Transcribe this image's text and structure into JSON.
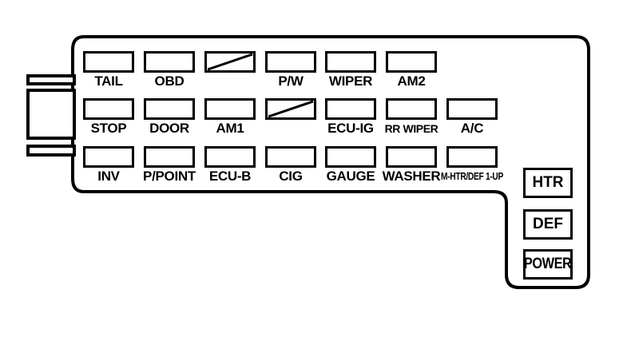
{
  "colors": {
    "line": "#000000",
    "background": "#ffffff"
  },
  "panel": {
    "name": "fuse-box-diagram",
    "fuse_rows": [
      {
        "cells": [
          {
            "col": 1,
            "label": "TAIL",
            "slashed": false
          },
          {
            "col": 2,
            "label": "OBD",
            "slashed": false
          },
          {
            "col": 3,
            "label": "",
            "slashed": true
          },
          {
            "col": 4,
            "label": "P/W",
            "slashed": false
          },
          {
            "col": 5,
            "label": "WIPER",
            "slashed": false
          },
          {
            "col": 6,
            "label": "AM2",
            "slashed": false
          }
        ]
      },
      {
        "cells": [
          {
            "col": 1,
            "label": "STOP",
            "slashed": false
          },
          {
            "col": 2,
            "label": "DOOR",
            "slashed": false
          },
          {
            "col": 3,
            "label": "AM1",
            "slashed": false
          },
          {
            "col": 4,
            "label": "",
            "slashed": true
          },
          {
            "col": 5,
            "label": "ECU-IG",
            "slashed": false
          },
          {
            "col": 6,
            "label": "RR WIPER",
            "slashed": false
          },
          {
            "col": 7,
            "label": "A/C",
            "slashed": false
          }
        ]
      },
      {
        "cells": [
          {
            "col": 1,
            "label": "INV",
            "slashed": false
          },
          {
            "col": 2,
            "label": "P/POINT",
            "slashed": false
          },
          {
            "col": 3,
            "label": "ECU-B",
            "slashed": false
          },
          {
            "col": 4,
            "label": "CIG",
            "slashed": false
          },
          {
            "col": 5,
            "label": "GAUGE",
            "slashed": false
          },
          {
            "col": 6,
            "label": "WASHER",
            "slashed": false
          },
          {
            "col": 7,
            "label": "M-HTR/DEF 1-UP",
            "slashed": false
          }
        ]
      }
    ],
    "side_fuses": [
      {
        "label": "HTR"
      },
      {
        "label": "DEF"
      },
      {
        "label": "POWER"
      }
    ]
  }
}
